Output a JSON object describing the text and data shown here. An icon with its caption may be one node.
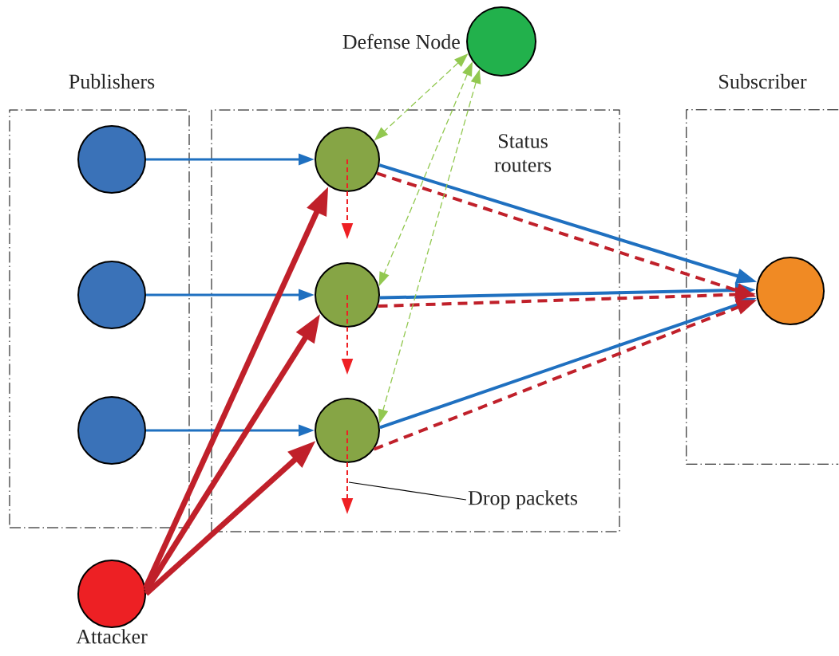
{
  "diagram": {
    "nodes": [
      {
        "text": [
          "Publishers"
        ]
      },
      {
        "text": [
          "Status routers"
        ]
      },
      {
        "text": [
          "Subscriber"
        ]
      },
      {
        "text": [],
        "shape": "circle",
        "in": 0
      },
      {
        "text": [],
        "shape": "circle",
        "in": 0
      },
      {
        "text": [],
        "shape": "circle",
        "in": 0
      },
      {
        "text": [],
        "shape": "circle",
        "in": 1
      },
      {
        "text": [],
        "shape": "circle",
        "in": 1
      },
      {
        "text": [],
        "shape": "circle",
        "in": 1
      },
      {
        "text": [],
        "shape": "circle",
        "in": 2
      },
      {
        "text": [],
        "shape": "circle",
        "beside": [
          "Defense Node"
        ]
      },
      {
        "text": [],
        "shape": "circle",
        "beside": [
          "Attacker"
        ]
      },
      {
        "text": [
          "Drop packets"
        ],
        "in": 1
      }
    ],
    "edges": [
      {
        "from": 3,
        "to": 6,
        "arrow": "to"
      },
      {
        "from": 4,
        "to": 7,
        "arrow": "to"
      },
      {
        "from": 5,
        "to": 8,
        "arrow": "to"
      },
      {
        "from": 6,
        "to": 9,
        "arrow": "to"
      },
      {
        "from": 7,
        "to": 9,
        "arrow": "to"
      },
      {
        "from": 8,
        "to": 9,
        "arrow": "to"
      },
      {
        "from": 6,
        "to": 9,
        "arrow": "to",
        "style": "dashed",
        "color": "#c0202a"
      },
      {
        "from": 7,
        "to": 9,
        "arrow": "to",
        "style": "dashed",
        "color": "#c0202a"
      },
      {
        "from": 8,
        "to": 9,
        "arrow": "to",
        "style": "dashed",
        "color": "#c0202a"
      },
      {
        "from": 11,
        "to": 6,
        "arrow": "to",
        "style": "thick",
        "color": "#c0202a"
      },
      {
        "from": 11,
        "to": 7,
        "arrow": "to",
        "style": "thick",
        "color": "#c0202a"
      },
      {
        "from": 11,
        "to": 8,
        "arrow": "to",
        "style": "thick",
        "color": "#c0202a"
      },
      {
        "from": 10,
        "to": 6,
        "arrow": "both",
        "style": "dashed",
        "color": "#92c850"
      },
      {
        "from": 10,
        "to": 7,
        "arrow": "both",
        "style": "dashed",
        "color": "#92c850"
      },
      {
        "from": 10,
        "to": 8,
        "arrow": "both",
        "style": "dashed",
        "color": "#92c850"
      },
      {
        "from": 6,
        "to": null,
        "arrow": "to",
        "style": "dashed",
        "color": "#ee2024"
      },
      {
        "from": 7,
        "to": null,
        "arrow": "to",
        "style": "dashed",
        "color": "#ee2024"
      },
      {
        "from": 8,
        "to": null,
        "arrow": "to",
        "style": "dashed",
        "color": "#ee2024"
      },
      {
        "from": 12,
        "to": null,
        "arrow": "none",
        "color": "#000000"
      }
    ]
  }
}
